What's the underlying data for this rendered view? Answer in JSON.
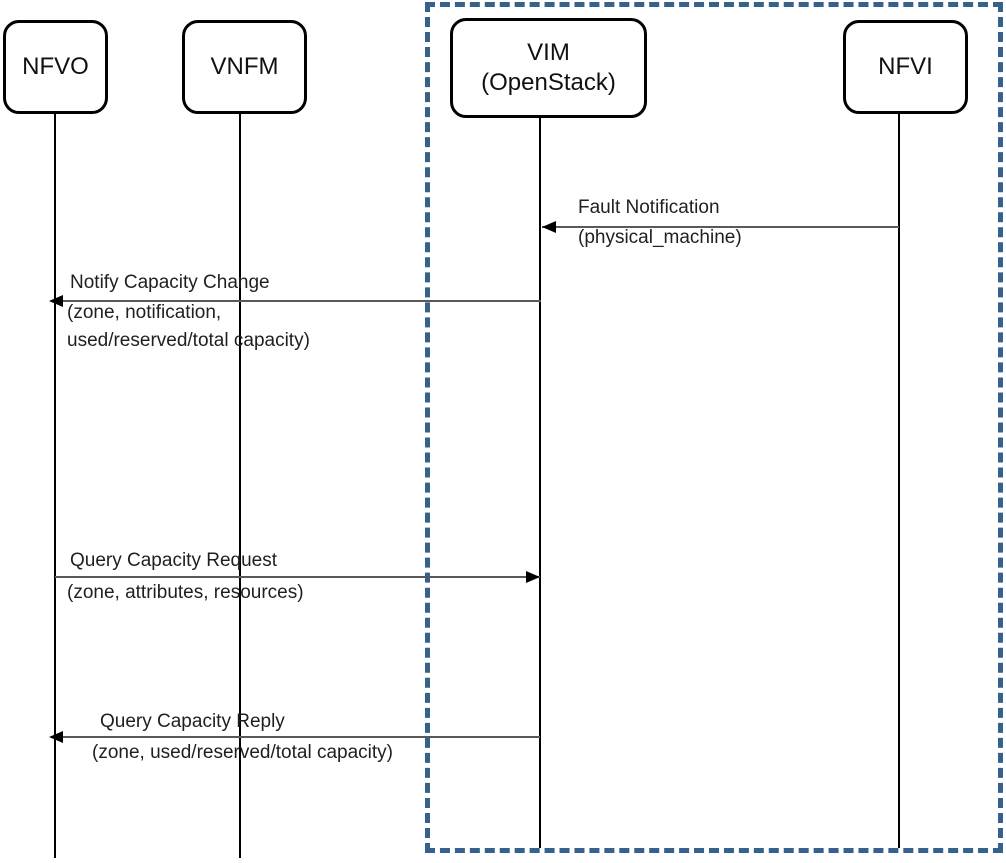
{
  "diagram": {
    "type": "sequence",
    "actors": [
      {
        "id": "nfvo",
        "name": "NFVO"
      },
      {
        "id": "vnfm",
        "name": "VNFM"
      },
      {
        "id": "vim",
        "name": "VIM",
        "subname": "(OpenStack)"
      },
      {
        "id": "nfvi",
        "name": "NFVI"
      }
    ],
    "boundary": {
      "encloses": [
        "vim",
        "nfvi"
      ],
      "style": "dashed",
      "color": "#35618C"
    },
    "messages": [
      {
        "label": "Fault Notification",
        "params": [
          "(physical_machine)"
        ],
        "from": "nfvi",
        "to": "vim",
        "direction": "left"
      },
      {
        "label": "Notify Capacity Change",
        "params": [
          "(zone, notification,",
          "used/reserved/total capacity)"
        ],
        "from": "vim",
        "to": "nfvo",
        "direction": "left"
      },
      {
        "label": "Query Capacity Request",
        "params": [
          "(zone, attributes, resources)"
        ],
        "from": "nfvo",
        "to": "vim",
        "direction": "right"
      },
      {
        "label": "Query Capacity Reply",
        "params": [
          "(zone, used/reserved/total capacity)"
        ],
        "from": "vim",
        "to": "nfvo",
        "direction": "left"
      }
    ],
    "colors": {
      "boundary_dash": "#35618C",
      "message_line": "#595959",
      "actor_border": "#000000",
      "background": "#ffffff"
    }
  }
}
